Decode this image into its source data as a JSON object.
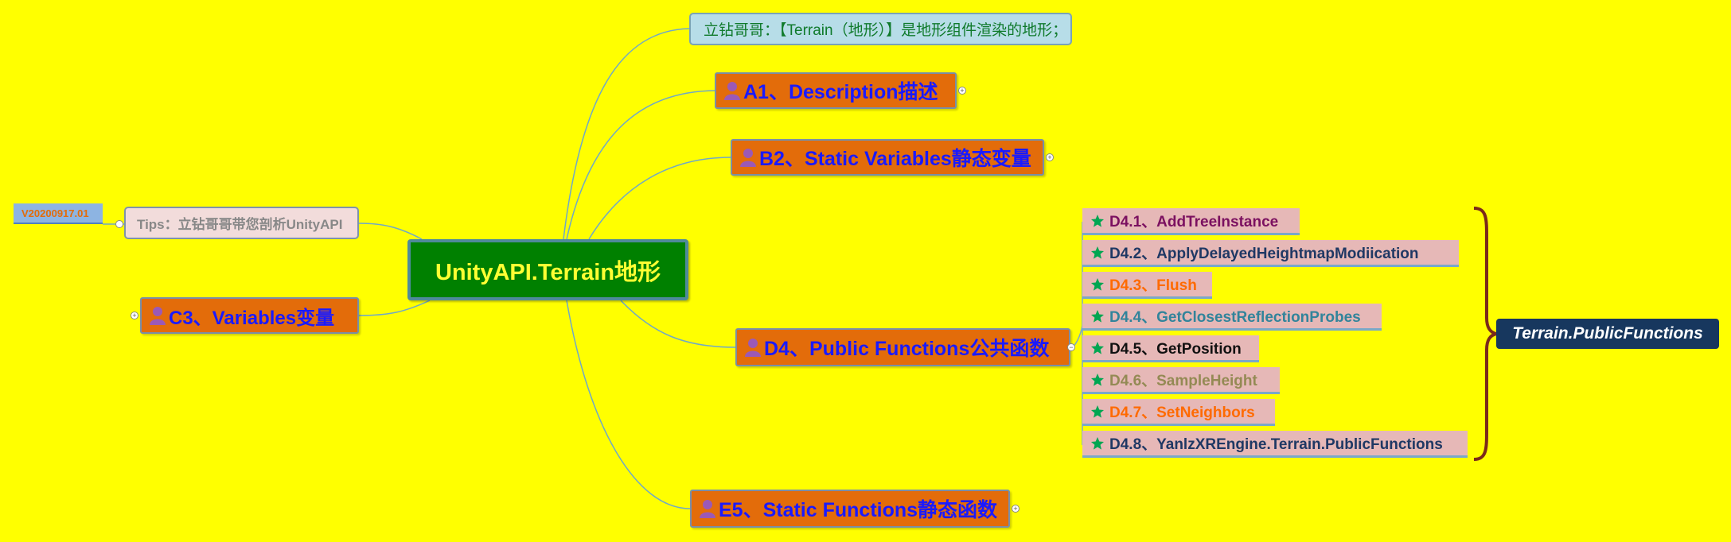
{
  "central": {
    "label": "UnityAPI.Terrain地形"
  },
  "note": {
    "label": "立钻哥哥：【Terrain（地形）】是地形组件渲染的地形；"
  },
  "branches": {
    "a1": "A1、Description描述",
    "b2": "B2、Static Variables静态变量",
    "c3": "C3、Variables变量",
    "d4": "D4、Public Functions公共函数",
    "e5": "E5、Static Functions静态函数"
  },
  "tips": {
    "label": "Tips：立钻哥哥带您剖析UnityAPI"
  },
  "version": {
    "label": "V20200917.01"
  },
  "d4_items": [
    {
      "label": "D4.1、AddTreeInstance",
      "color": "#7b1060"
    },
    {
      "label": "D4.2、ApplyDelayedHeightmapModiication",
      "color": "#1f3864"
    },
    {
      "label": "D4.3、Flush",
      "color": "#ff6a00"
    },
    {
      "label": "D4.4、GetClosestReflectionProbes",
      "color": "#31849b"
    },
    {
      "label": "D4.5、GetPosition",
      "color": "#111111"
    },
    {
      "label": "D4.6、SampleHeight",
      "color": "#948a54"
    },
    {
      "label": "D4.7、SetNeighbors",
      "color": "#ff6a00"
    },
    {
      "label": "D4.8、YanlzXREngine.Terrain.PublicFunctions",
      "color": "#1f3864"
    }
  ],
  "summary": {
    "label": "Terrain.PublicFunctions"
  },
  "colors": {
    "background": "#ffff00",
    "central": "#008000",
    "branch": "#e36c0a",
    "branch_text": "#1a1aff",
    "connector": "#6fa8c8",
    "brace": "#7a2a1a",
    "star": "#00a651",
    "person": "#9b59b6"
  },
  "icons": {
    "branch_icon": "person-icon",
    "item_icon": "star-icon",
    "note_icon": "pencil-icon"
  }
}
